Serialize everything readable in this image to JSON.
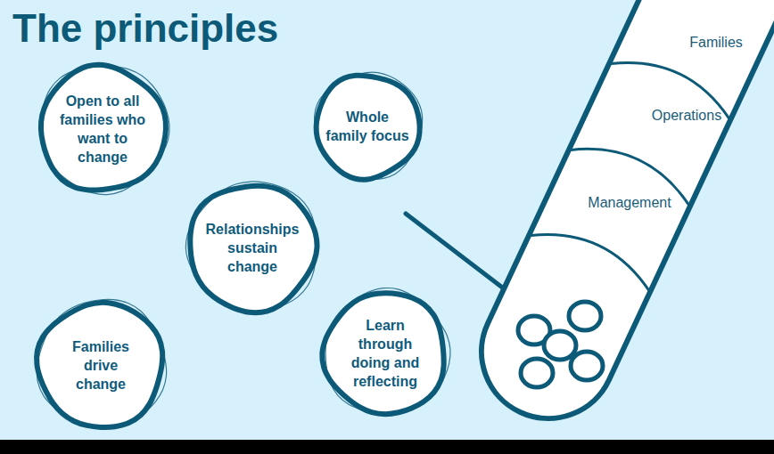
{
  "diagram": {
    "title": "The principles",
    "nodes": [
      {
        "text": [
          "Open to all families who want to change"
        ]
      },
      {
        "text": [
          "Whole family focus"
        ]
      },
      {
        "text": [
          "Relationships sustain change"
        ]
      },
      {
        "text": [
          "Families drive change"
        ]
      },
      {
        "text": [
          "Learn through doing and reflecting"
        ]
      },
      {
        "text": [
          "Families"
        ]
      },
      {
        "text": [
          "Operations"
        ]
      },
      {
        "text": [
          "Management"
        ]
      }
    ]
  }
}
